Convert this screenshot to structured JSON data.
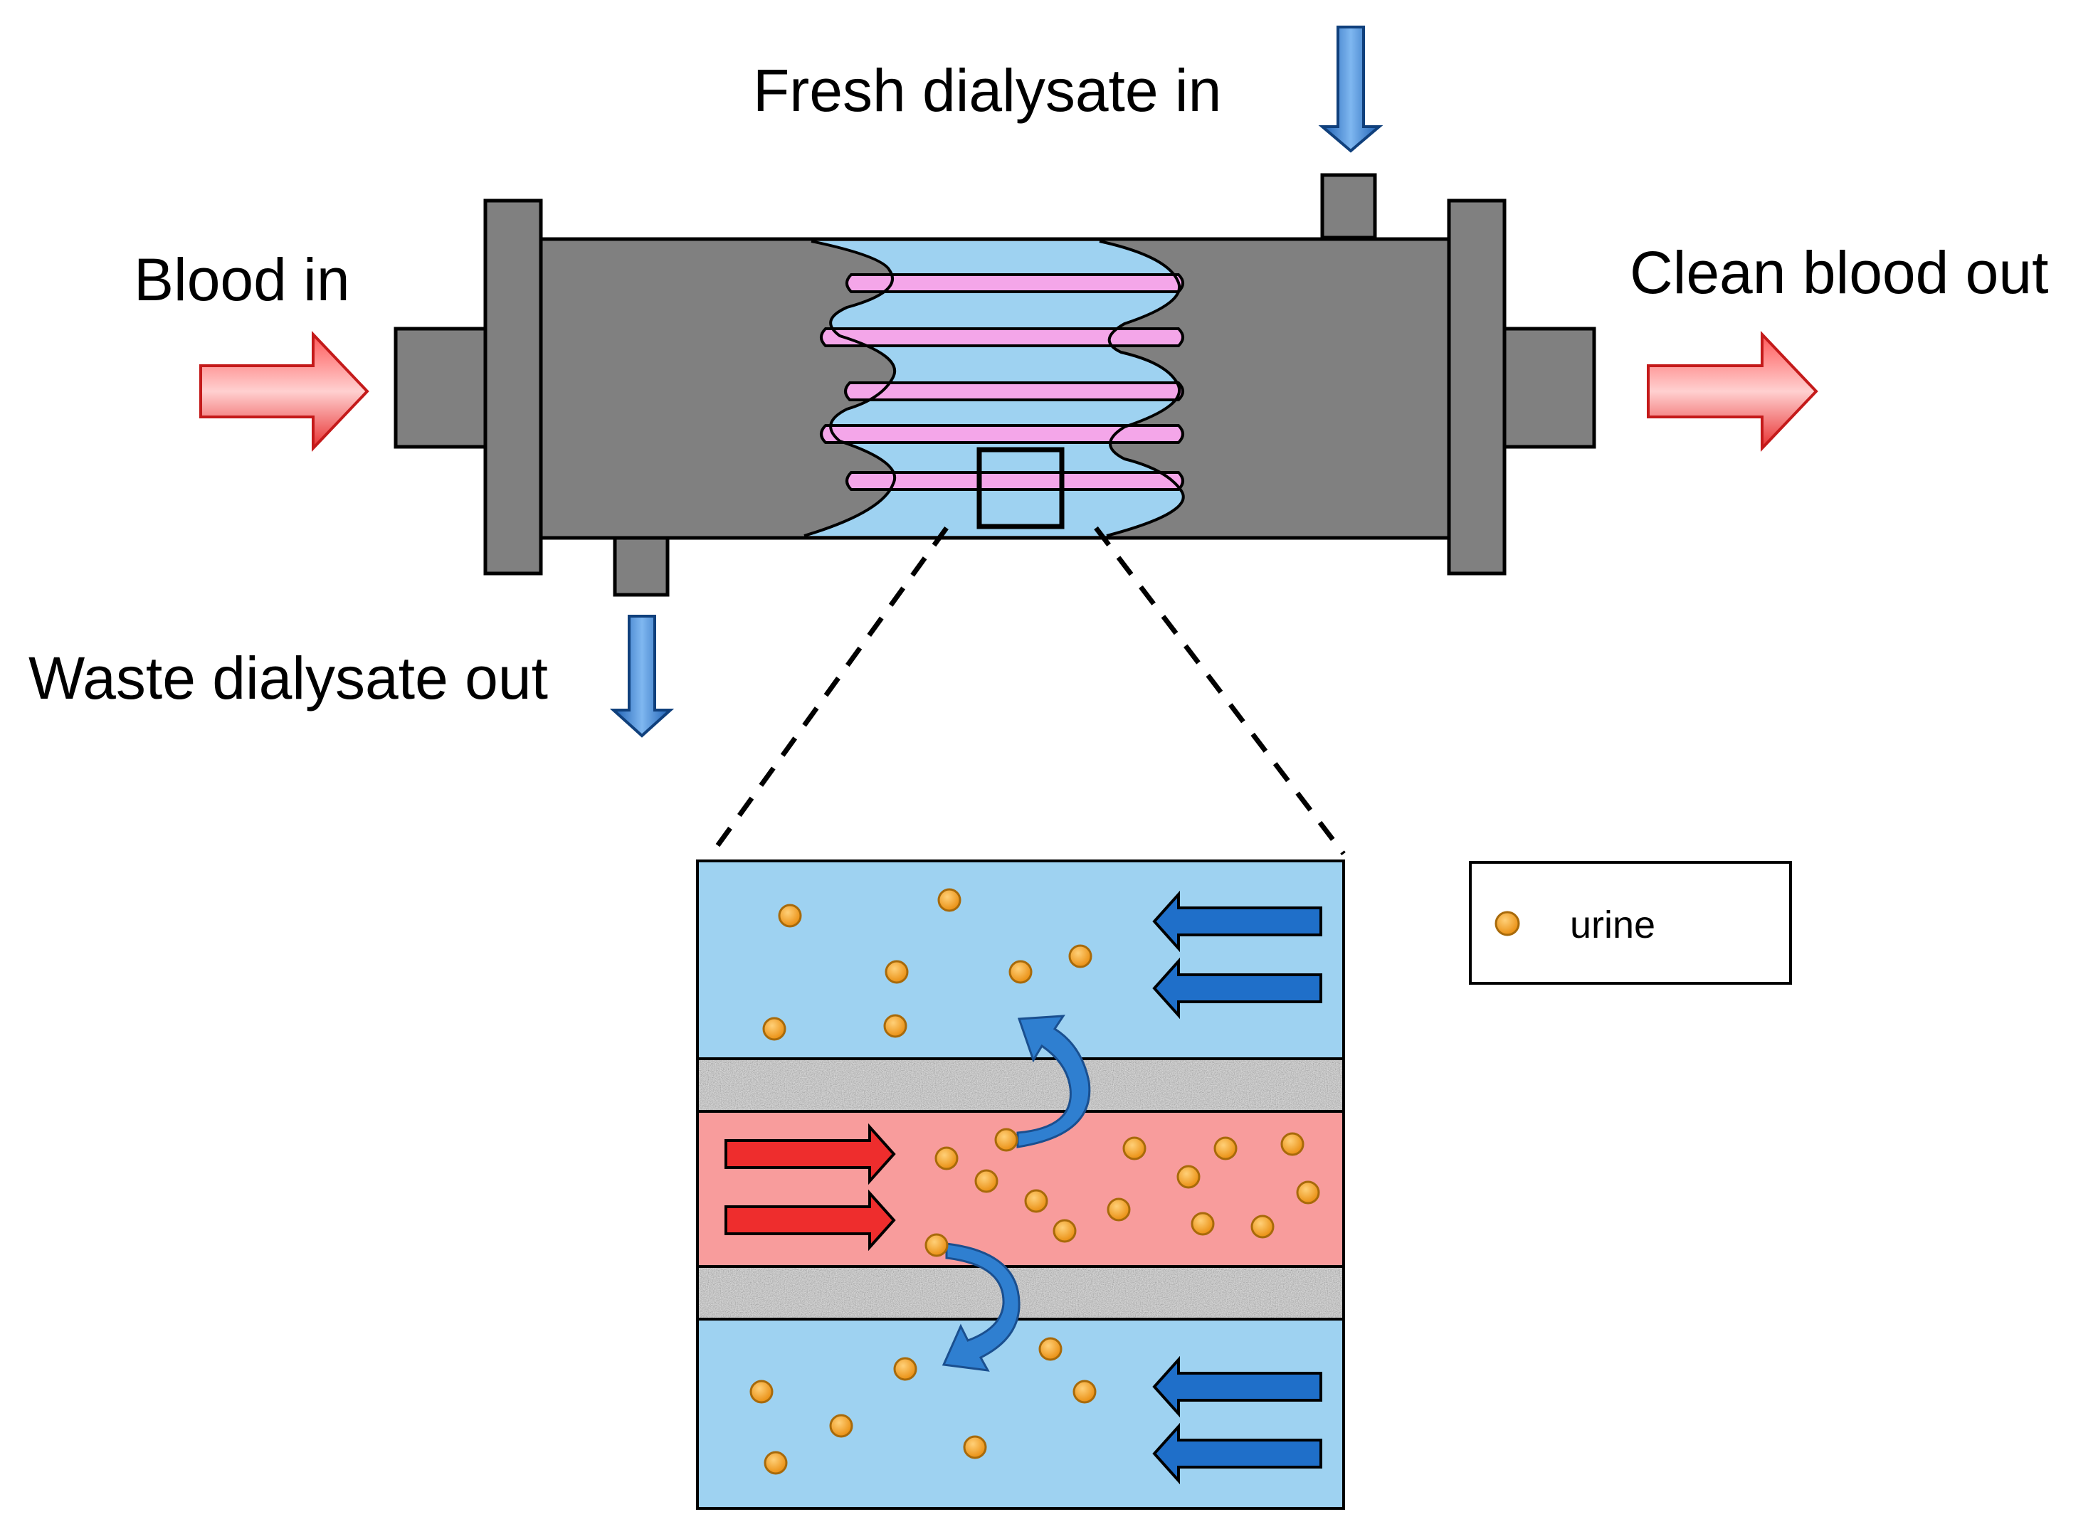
{
  "labels": {
    "blood_in": "Blood in",
    "fresh_in": "Fresh dialysate in",
    "clean_out": "Clean blood out",
    "waste_out": "Waste dialysate out"
  },
  "legend": {
    "urine": "urine"
  },
  "colors": {
    "housing": "#808080",
    "housing_stroke": "#000000",
    "dialysate": "#9ed2f1",
    "fiber": "#f4a6e9",
    "blood_channel": "#f89c9c",
    "blood_arrow": "#ee2d2d",
    "dialysate_arrow": "#1f6fc9",
    "urine": "#f3a21c",
    "membrane": "#b4b4b4"
  }
}
